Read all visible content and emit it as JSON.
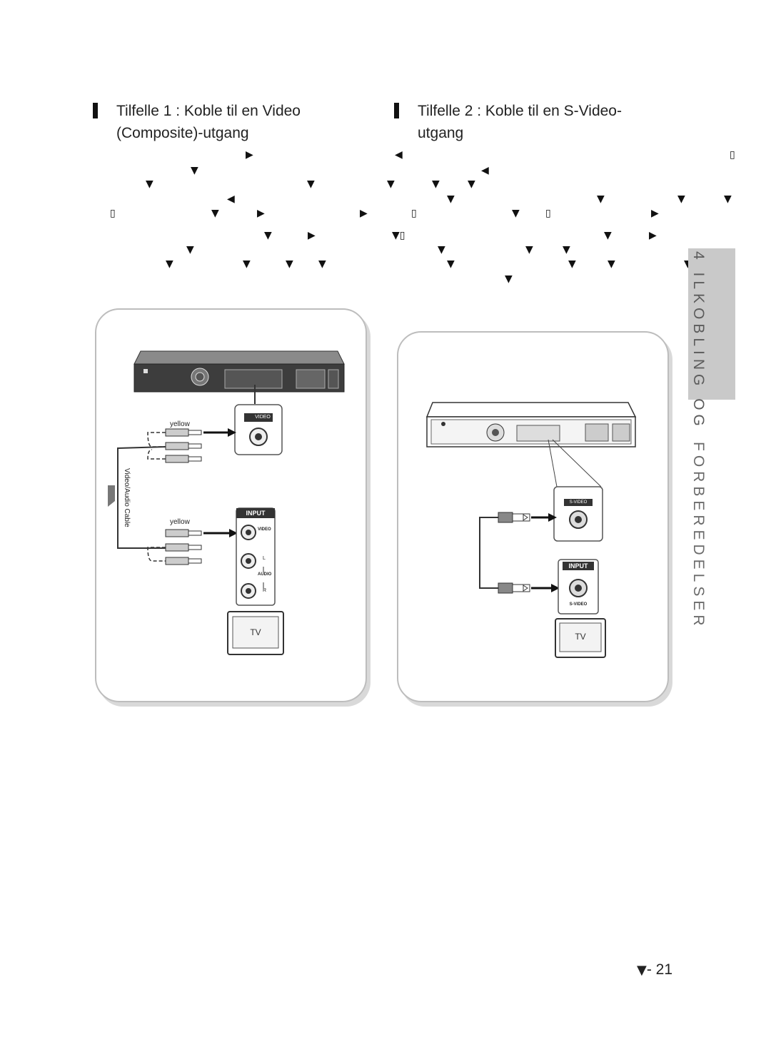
{
  "section_left": {
    "heading_line1": "Tilfelle 1 : Koble til en Video",
    "heading_line2": "(Composite)-utgang"
  },
  "section_right": {
    "heading_line1": "Tilfelle 2 : Koble til en S-Video-",
    "heading_line2": "utgang"
  },
  "side_tab": {
    "highlight": "4 ILKOBLING OG",
    "rest": "FORBEREDELSER"
  },
  "diagram_left": {
    "jack_label": "VIDEO",
    "cable_top_color": "yellow",
    "cable_label": "Video/Audio Cable",
    "cable_bottom_color": "yellow",
    "input_label": "INPUT",
    "input_video": "VIDEO",
    "input_l": "L",
    "input_audio": "AUDIO",
    "input_r": "R",
    "tv_label": "TV"
  },
  "diagram_right": {
    "jack_label": "S-VIDEO",
    "input_label": "INPUT",
    "input_svideo": "S-VIDEO",
    "tv_label": "TV"
  },
  "footer": {
    "page_number": "- 21"
  },
  "colors": {
    "side_tab_bg": "#c9c9c9",
    "panel_border": "#bdbdbd",
    "device_body": "#4a4a4a"
  }
}
